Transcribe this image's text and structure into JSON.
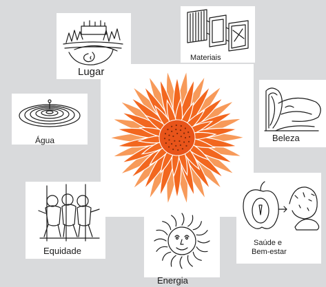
{
  "labels": {
    "lugar": "Lugar",
    "materiais": "Materiais",
    "agua": "Água",
    "beleza": "Beleza",
    "equidade": "Equidade",
    "saude_line1": "Saúde e",
    "saude_line2": "Bem-estar",
    "energia": "Energia"
  },
  "colors": {
    "background": "#d9dadc",
    "card": "#ffffff",
    "flower_petal": "#f2671f",
    "flower_petal_light": "#f79a5a",
    "flower_center": "#e8541a",
    "ink": "#1a1a1a"
  }
}
